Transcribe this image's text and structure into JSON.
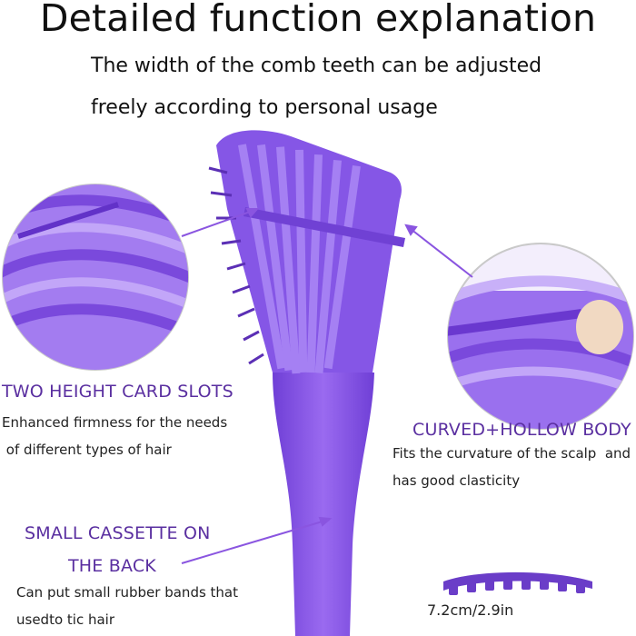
{
  "header": {
    "title": "Detailed function explanation",
    "subtitle_line1": "The width of the comb teeth can be adjusted",
    "subtitle_line2": "freely according to personal usage"
  },
  "features": {
    "slots": {
      "title": "TWO HEIGHT CARD  SLOTS",
      "line1": "Enhanced firmness for the needs",
      "line2": " of different types of hair"
    },
    "body": {
      "title": "CURVED+HOLLOW BODY",
      "line1": "Fits the curvature of the scalp  and",
      "line2": "has good clasticity"
    },
    "cassette": {
      "title_line1": "SMALL CASSETTE ON",
      "title_line2": "THE BACK",
      "line1": "Can put small rubber bands that",
      "line2": "usedto tic hair"
    }
  },
  "size": {
    "label": "7.2cm/2.9in"
  },
  "colors": {
    "accent": "#8a55e0",
    "accent_dark": "#5a2fa0",
    "heading": "#5a2fa0"
  }
}
